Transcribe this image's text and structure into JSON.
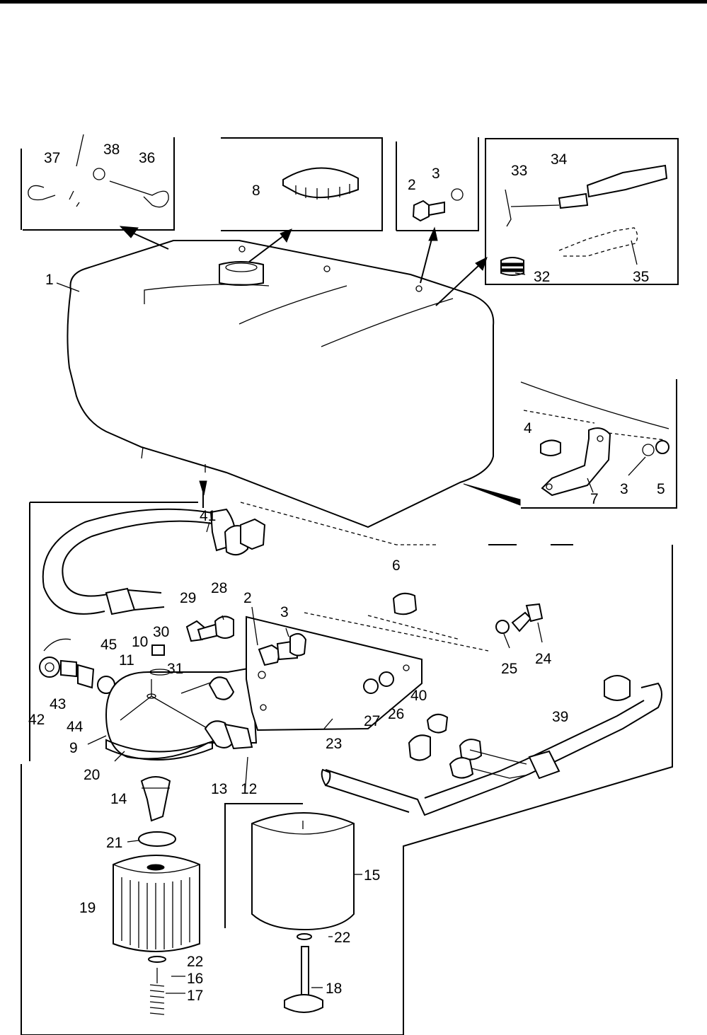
{
  "labels": [
    {
      "id": "37",
      "text": "37"
    },
    {
      "id": "38",
      "text": "38"
    },
    {
      "id": "36",
      "text": "36"
    },
    {
      "id": "8",
      "text": "8"
    },
    {
      "id": "2a",
      "text": "2"
    },
    {
      "id": "3a",
      "text": "3"
    },
    {
      "id": "33",
      "text": "33"
    },
    {
      "id": "34",
      "text": "34"
    },
    {
      "id": "32",
      "text": "32"
    },
    {
      "id": "35",
      "text": "35"
    },
    {
      "id": "1",
      "text": "1"
    },
    {
      "id": "4",
      "text": "4"
    },
    {
      "id": "3b",
      "text": "3"
    },
    {
      "id": "7",
      "text": "7"
    },
    {
      "id": "5",
      "text": "5"
    },
    {
      "id": "41",
      "text": "41"
    },
    {
      "id": "6",
      "text": "6"
    },
    {
      "id": "28",
      "text": "28"
    },
    {
      "id": "29",
      "text": "29"
    },
    {
      "id": "2b",
      "text": "2"
    },
    {
      "id": "3c",
      "text": "3"
    },
    {
      "id": "30",
      "text": "30"
    },
    {
      "id": "10",
      "text": "10"
    },
    {
      "id": "45",
      "text": "45"
    },
    {
      "id": "11",
      "text": "11"
    },
    {
      "id": "31",
      "text": "31"
    },
    {
      "id": "25",
      "text": "25"
    },
    {
      "id": "24",
      "text": "24"
    },
    {
      "id": "40",
      "text": "40"
    },
    {
      "id": "27",
      "text": "27"
    },
    {
      "id": "26",
      "text": "26"
    },
    {
      "id": "39",
      "text": "39"
    },
    {
      "id": "42",
      "text": "42"
    },
    {
      "id": "43",
      "text": "43"
    },
    {
      "id": "44",
      "text": "44"
    },
    {
      "id": "9",
      "text": "9"
    },
    {
      "id": "23",
      "text": "23"
    },
    {
      "id": "20",
      "text": "20"
    },
    {
      "id": "14",
      "text": "14"
    },
    {
      "id": "13",
      "text": "13"
    },
    {
      "id": "12",
      "text": "12"
    },
    {
      "id": "21",
      "text": "21"
    },
    {
      "id": "19",
      "text": "19"
    },
    {
      "id": "15",
      "text": "15"
    },
    {
      "id": "22a",
      "text": "22"
    },
    {
      "id": "22b",
      "text": "22"
    },
    {
      "id": "16",
      "text": "16"
    },
    {
      "id": "17",
      "text": "17"
    },
    {
      "id": "18",
      "text": "18"
    }
  ]
}
